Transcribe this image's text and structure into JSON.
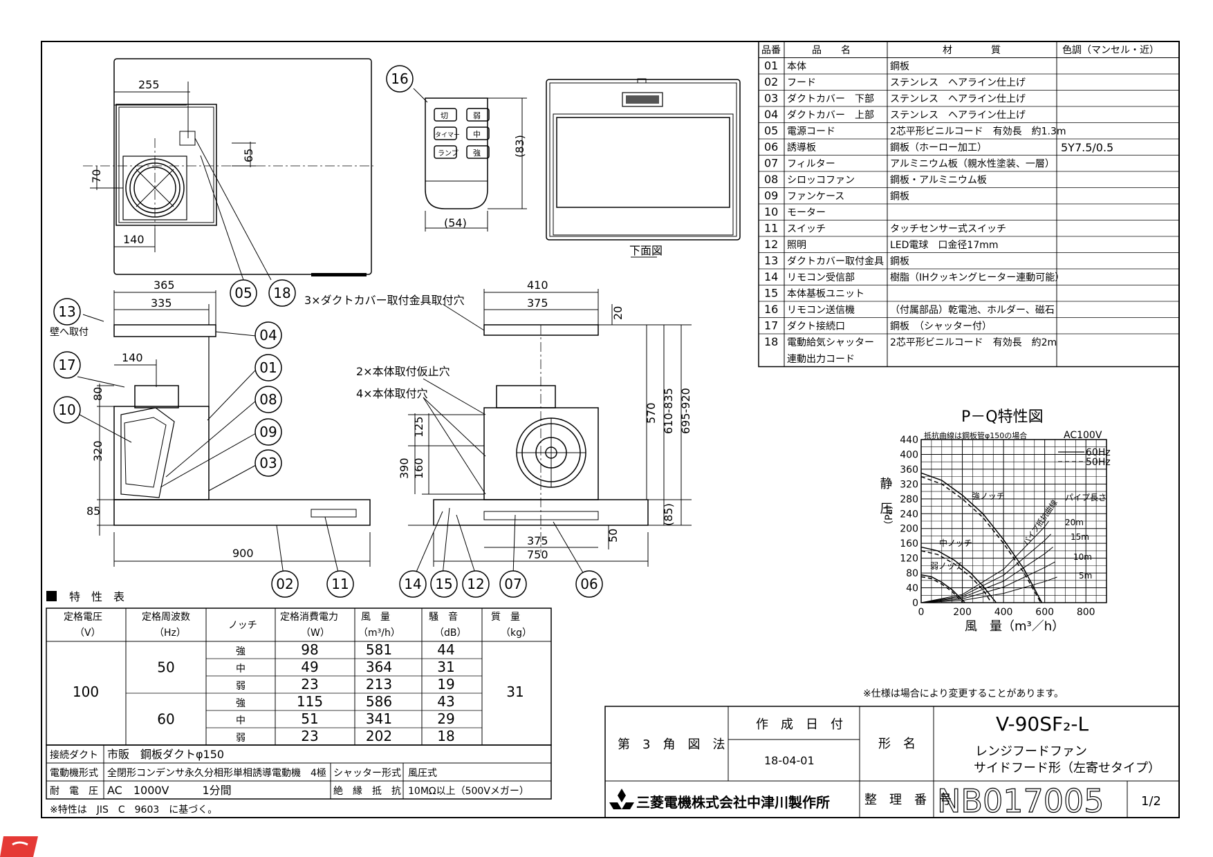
{
  "parts_table": {
    "headers": [
      "品番",
      "品　　名",
      "材　　　　質",
      "色調（マンセル・近）"
    ],
    "rows": [
      {
        "no": "01",
        "name": "本体",
        "material": "鋼板",
        "color": ""
      },
      {
        "no": "02",
        "name": "フード",
        "material": "ステンレス　ヘアライン仕上げ",
        "color": ""
      },
      {
        "no": "03",
        "name": "ダクトカバー　下部",
        "material": "ステンレス　ヘアライン仕上げ",
        "color": ""
      },
      {
        "no": "04",
        "name": "ダクトカバー　上部",
        "material": "ステンレス　ヘアライン仕上げ",
        "color": ""
      },
      {
        "no": "05",
        "name": "電源コード",
        "material": "2芯平形ビニルコード　有効長　約1.3m",
        "color": ""
      },
      {
        "no": "06",
        "name": "誘導板",
        "material": "鋼板（ホーロー加工）",
        "color": "5Y7.5/0.5"
      },
      {
        "no": "07",
        "name": "フィルター",
        "material": "アルミニウム板（親水性塗装、一層）",
        "color": ""
      },
      {
        "no": "08",
        "name": "シロッコファン",
        "material": "鋼板・アルミニウム板",
        "color": ""
      },
      {
        "no": "09",
        "name": "ファンケース",
        "material": "鋼板",
        "color": ""
      },
      {
        "no": "10",
        "name": "モーター",
        "material": "",
        "color": ""
      },
      {
        "no": "11",
        "name": "スイッチ",
        "material": "タッチセンサー式スイッチ",
        "color": ""
      },
      {
        "no": "12",
        "name": "照明",
        "material": "LED電球　口金径17mm",
        "color": ""
      },
      {
        "no": "13",
        "name": "ダクトカバー取付金具",
        "material": "鋼板",
        "color": ""
      },
      {
        "no": "14",
        "name": "リモコン受信部",
        "material": "樹脂（IHクッキングヒーター連動可能）",
        "color": ""
      },
      {
        "no": "15",
        "name": "本体基板ユニット",
        "material": "",
        "color": ""
      },
      {
        "no": "16",
        "name": "リモコン送信機",
        "material": "（付属部品）乾電池、ホルダー、磁石",
        "color": ""
      },
      {
        "no": "17",
        "name": "ダクト接続口",
        "material": "鋼板　（シャッター付）",
        "color": ""
      },
      {
        "no": "18",
        "name": "電動給気シャッター",
        "name2": "連動出力コード",
        "material": "2芯平形ビニルコード　有効長　約2m",
        "color": ""
      }
    ]
  },
  "remote": {
    "buttons": [
      "切",
      "弱",
      "タイマー",
      "中",
      "ランプ",
      "強"
    ],
    "dim_height": "(83)",
    "dim_width": "(54)"
  },
  "bottom_view_label": "下面図",
  "top_view_dims": {
    "d255": "255",
    "d65": "65",
    "d70": "70",
    "d140": "140"
  },
  "side_view_dims": {
    "d365": "365",
    "d335": "335",
    "d140": "140",
    "d80": "80",
    "d320": "320",
    "d85": "85",
    "d900": "900"
  },
  "side_view_note": "壁へ取付",
  "front_view_dims": {
    "d410": "410",
    "d375top": "375",
    "d20": "20",
    "d125": "125",
    "d160": "160",
    "d390": "390",
    "d570": "570",
    "d610": "610-835",
    "d695": "695-920",
    "d85": "(85)",
    "d50": "50",
    "d375bot": "375",
    "d750": "750"
  },
  "front_view_notes": [
    "3×ダクトカバー取付金具取付穴",
    "2×本体取付仮止穴",
    "4×本体取付穴"
  ],
  "balloons": [
    "01",
    "02",
    "03",
    "04",
    "05",
    "06",
    "07",
    "08",
    "09",
    "10",
    "11",
    "12",
    "13",
    "14",
    "15",
    "16",
    "17",
    "18"
  ],
  "spec": {
    "title": "特　性　表",
    "headers": [
      "定格電圧",
      "（V）",
      "定格周波数",
      "（Hz）",
      "ノッチ",
      "定格消費電力",
      "（W）",
      "風　量",
      "（m³/h）",
      "騒　音",
      "（dB）",
      "質　量",
      "（kg）"
    ],
    "voltage": "100",
    "weight": "31",
    "groups": [
      {
        "hz": "50",
        "rows": [
          {
            "notch": "強",
            "w": "98",
            "flow": "581",
            "db": "44"
          },
          {
            "notch": "中",
            "w": "49",
            "flow": "364",
            "db": "31"
          },
          {
            "notch": "弱",
            "w": "23",
            "flow": "213",
            "db": "19"
          }
        ]
      },
      {
        "hz": "60",
        "rows": [
          {
            "notch": "強",
            "w": "115",
            "flow": "586",
            "db": "43"
          },
          {
            "notch": "中",
            "w": "51",
            "flow": "341",
            "db": "29"
          },
          {
            "notch": "弱",
            "w": "23",
            "flow": "202",
            "db": "18"
          }
        ]
      }
    ],
    "duct_label": "接続ダクト",
    "duct_value": "市販　鋼板ダクトφ150",
    "motor_label": "電動機形式",
    "motor_value": "全閉形コンデンサ永久分相形単相誘導電動機　4極",
    "shutter_label": "シャッター形式",
    "shutter_value": "風圧式",
    "withstand_label": "耐　電　圧",
    "withstand_value": "AC　1000V　　　1分間",
    "insulation_label": "絶　縁　抵　抗",
    "insulation_value": "10MΩ以上（500Vメガー）",
    "footnote": "※特性は　JIS　C　9603　に基づく。"
  },
  "chart_data": {
    "type": "line",
    "title": "P－Q特性図",
    "subtitle": "抵抗曲線は鋼板管φ150の場合",
    "voltage_note": "AC100V",
    "xlabel": "風　量（m³／h）",
    "ylabel": "静　圧",
    "yunit": "（Pa）",
    "xlim": [
      0,
      900
    ],
    "ylim": [
      0,
      440
    ],
    "xticks": [
      "0",
      "200",
      "400",
      "600",
      "800"
    ],
    "yticks": [
      "0",
      "40",
      "80",
      "120",
      "160",
      "200",
      "240",
      "280",
      "320",
      "360",
      "400",
      "440"
    ],
    "grid": true,
    "legend_position": "top-right",
    "series": [
      {
        "name": "60Hz",
        "style": "solid",
        "x": [
          0,
          100,
          200,
          300,
          400,
          500,
          586
        ],
        "y": [
          350,
          330,
          290,
          240,
          170,
          90,
          0
        ]
      },
      {
        "name": "50Hz",
        "style": "dashed",
        "x": [
          0,
          100,
          200,
          300,
          400,
          500,
          581
        ],
        "y": [
          340,
          320,
          280,
          230,
          160,
          80,
          0
        ]
      },
      {
        "name": "",
        "style": "solid",
        "x": [
          0,
          80,
          160,
          240,
          300,
          364
        ],
        "y": [
          150,
          140,
          115,
          80,
          45,
          0
        ]
      },
      {
        "name": "",
        "style": "dashed",
        "x": [
          0,
          80,
          160,
          240,
          300,
          341
        ],
        "y": [
          140,
          130,
          105,
          70,
          35,
          0
        ]
      },
      {
        "name": "",
        "style": "solid",
        "x": [
          0,
          50,
          100,
          150,
          213
        ],
        "y": [
          75,
          70,
          55,
          35,
          0
        ]
      },
      {
        "name": "",
        "style": "dashed",
        "x": [
          0,
          50,
          100,
          150,
          202
        ],
        "y": [
          70,
          65,
          50,
          30,
          0
        ]
      }
    ],
    "resistance_curves": [
      {
        "label": "5m",
        "x": [
          0,
          200,
          400,
          600,
          660
        ],
        "y": [
          0,
          6,
          25,
          57,
          69
        ]
      },
      {
        "label": "10m",
        "x": [
          0,
          200,
          400,
          600,
          650
        ],
        "y": [
          0,
          10,
          42,
          95,
          110
        ]
      },
      {
        "label": "15m",
        "x": [
          0,
          200,
          400,
          600,
          640
        ],
        "y": [
          0,
          14,
          58,
          132,
          150
        ]
      },
      {
        "label": "20m",
        "x": [
          0,
          200,
          400,
          600,
          630
        ],
        "y": [
          0,
          18,
          74,
          168,
          185
        ]
      },
      {
        "label": "",
        "x": [
          0,
          200,
          400,
          600,
          620
        ],
        "y": [
          0,
          22,
          90,
          205,
          220
        ]
      }
    ],
    "annotations": [
      "強ノッチ",
      "中ノッチ",
      "弱ノッチ",
      "パイプ長さ",
      "パイプ抵抗曲線",
      "20m",
      "15m",
      "10m",
      "5m"
    ]
  },
  "title_block": {
    "note": "※仕様は場合により変更することがあります。",
    "projection": "第　3　角　図　法",
    "date_label": "作　成　日　付",
    "date": "18-04-01",
    "model_label": "形　名",
    "model": "V-90SF₂-L",
    "desc1": "レンジフードファン",
    "desc2": "サイドフード形（左寄せタイプ）",
    "company": "三菱電機株式会社中津川製作所",
    "number_label": "整　理　番　号",
    "number": "NB017005",
    "page": "1/2"
  }
}
